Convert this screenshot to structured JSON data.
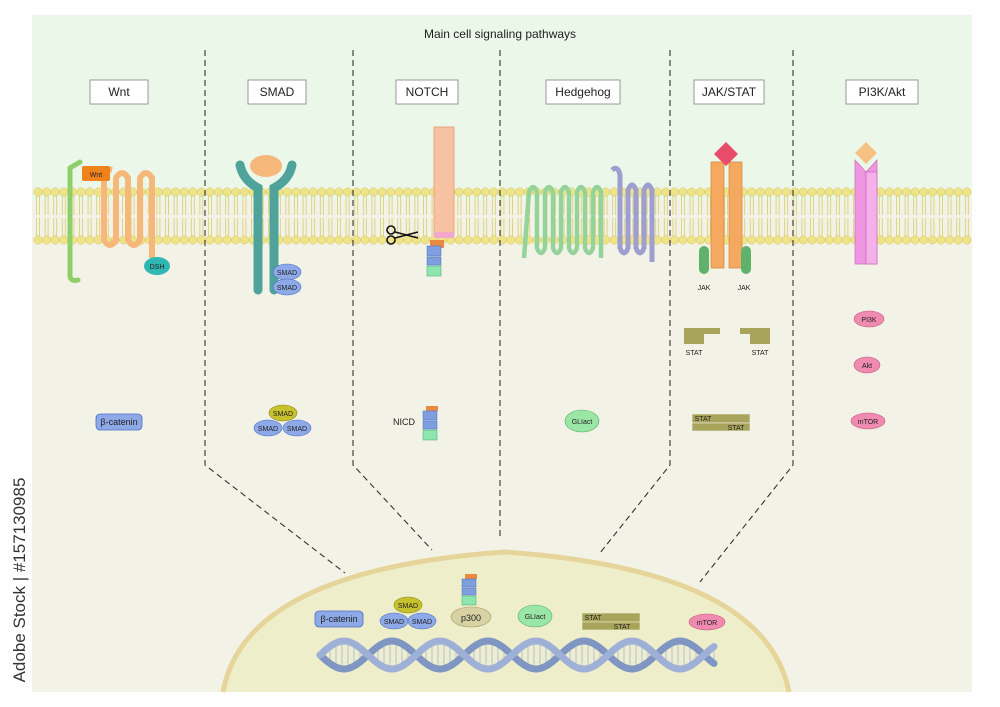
{
  "title": "Main cell signaling pathways",
  "pathways": [
    {
      "id": "wnt",
      "label": "Wnt"
    },
    {
      "id": "smad",
      "label": "SMAD"
    },
    {
      "id": "notch",
      "label": "NOTCH"
    },
    {
      "id": "hedgehog",
      "label": "Hedgehog"
    },
    {
      "id": "jakstat",
      "label": "JAK/STAT"
    },
    {
      "id": "pi3k",
      "label": "PI3K/Akt"
    }
  ],
  "membrane_labels": {
    "wnt_ligand": "Wnt",
    "dsh": "DSH",
    "smad": "SMAD",
    "jak": "JAK",
    "stat": "STAT",
    "pi3k": "PI3K",
    "akt": "Akt"
  },
  "cytoplasm_labels": {
    "beta_catenin": "β-catenin",
    "smad": "SMAD",
    "nicd": "NICD",
    "gli": "GLIact",
    "stat": "STAT",
    "mtor": "mTOR"
  },
  "nucleus_labels": {
    "beta_catenin": "β-catenin",
    "smad": "SMAD",
    "p300": "p300",
    "gli": "GLIact",
    "stat": "STAT",
    "mtor": "mTOR"
  },
  "watermark": "Adobe Stock | #157130985",
  "colors": {
    "top_bg": "#eaf7e9",
    "cyto_bg": "#f3f2e7",
    "membrane_head": "#efe38a",
    "wnt_receptor": "#f5b87a",
    "smad_receptor": "#4fa39a",
    "notch": "#f7c2a2",
    "hedgehog": "#94d39a",
    "smoothened": "#9e9ed0",
    "jak_receptor": "#f4a860",
    "pi3k_receptor": "#ef96e0",
    "beta_catenin": "#8ea9e8",
    "gli": "#9ae6a6",
    "stat": "#a9a45c",
    "mtor": "#f08bb0",
    "nucleus_border": "#e6d59a"
  }
}
